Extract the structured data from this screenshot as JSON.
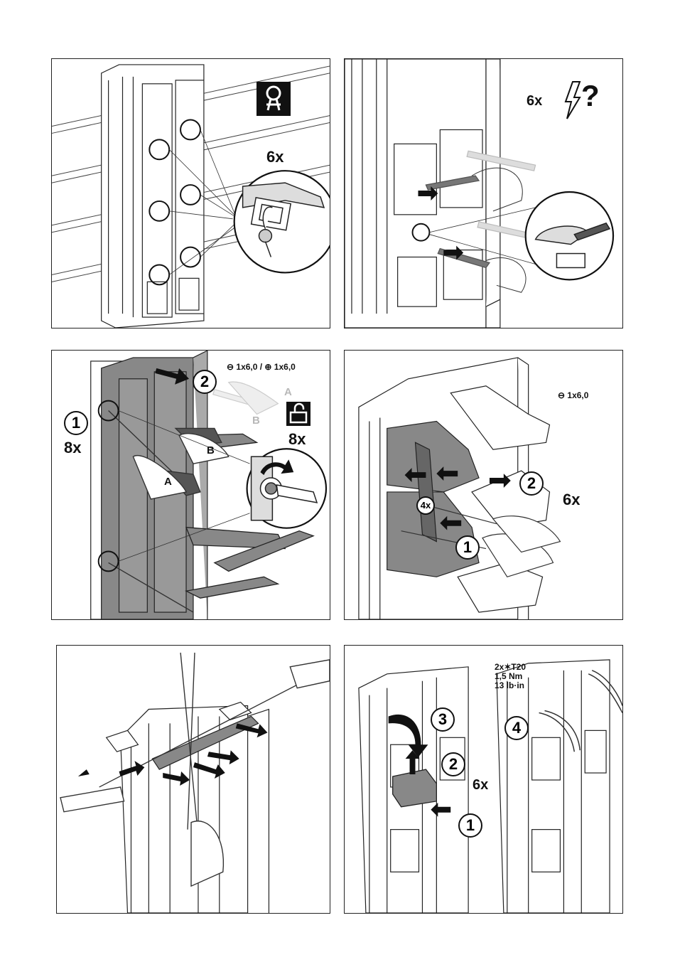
{
  "panel1": {
    "count": "6x",
    "icon": "seal-wire-icon"
  },
  "panel2": {
    "count": "6x",
    "icon": "voltage-question-icon",
    "symbol": "?"
  },
  "panel3": {
    "tools": "⊖ 1x6,0 / ⊕ 1x6,0",
    "step1": "1",
    "step1_count": "8x",
    "step2": "2",
    "unlock_count": "8x",
    "label_a": "A",
    "label_b": "B",
    "label_a_ghost": "A",
    "label_b_ghost": "B",
    "icon": "unlock-icon"
  },
  "panel4": {
    "tools": "⊖ 1x6,0",
    "step1": "1",
    "step2": "2",
    "sub_count": "4x",
    "count": "6x"
  },
  "panel5": {},
  "panel6": {
    "torque_line1": "2x✶T20",
    "torque_line2": "1,5 Nm",
    "torque_line3": "13 lb·in",
    "step1": "1",
    "step2": "2",
    "step3": "3",
    "step4": "4",
    "count": "6x"
  }
}
